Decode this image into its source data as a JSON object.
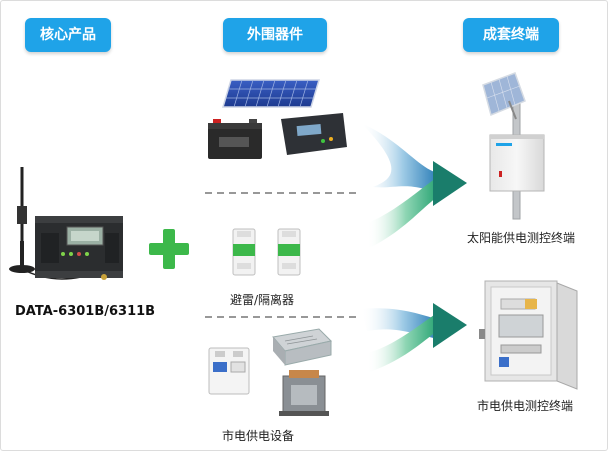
{
  "headers": {
    "core_product": "核心产品",
    "peripherals": "外围器件",
    "terminal": "成套终端"
  },
  "product": {
    "model": "DATA-6301B/6311B"
  },
  "peripherals": {
    "lightning_isolator": "避雷/隔离器",
    "mains_equipment": "市电供电设备"
  },
  "terminals": {
    "solar_terminal": "太阳能供电测控终端",
    "mains_terminal": "市电供电测控终端"
  },
  "colors": {
    "badge": "#1fa3e8",
    "plus": "#3cb84a",
    "arrow": "#1a7d6b"
  }
}
